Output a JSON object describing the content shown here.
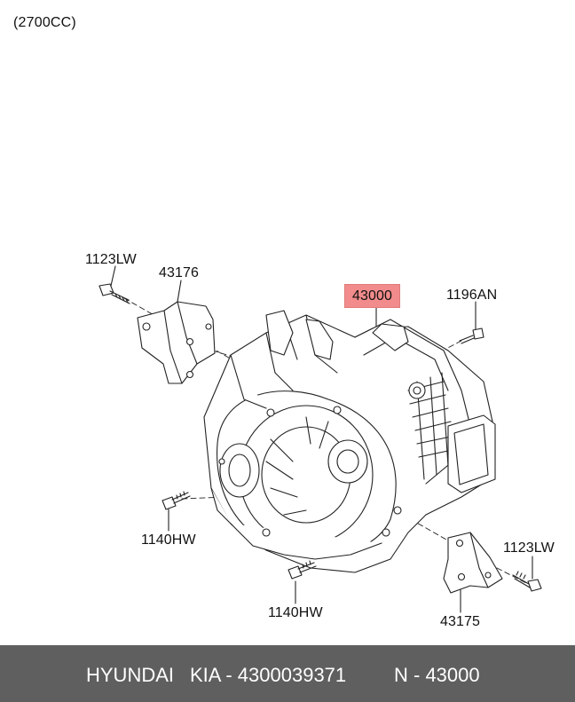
{
  "header": {
    "engine": "(2700CC)"
  },
  "callouts": [
    {
      "id": "p1123lw-top",
      "text": "1123LW"
    },
    {
      "id": "p43176",
      "text": "43176"
    },
    {
      "id": "p43000",
      "text": "43000",
      "highlighted": true
    },
    {
      "id": "p1196an",
      "text": "1196AN"
    },
    {
      "id": "p1140hw-left",
      "text": "1140HW"
    },
    {
      "id": "p1123lw-right",
      "text": "1123LW"
    },
    {
      "id": "p1140hw-bottom",
      "text": "1140HW"
    },
    {
      "id": "p43175",
      "text": "43175"
    }
  ],
  "footer": {
    "brand": "HYUNDAI",
    "make_part": "KIA - 4300039371",
    "ref": "N - 43000"
  },
  "colors": {
    "highlight": "#f28b8b",
    "footer_bg": "#5f5f5f",
    "line": "#222222"
  }
}
